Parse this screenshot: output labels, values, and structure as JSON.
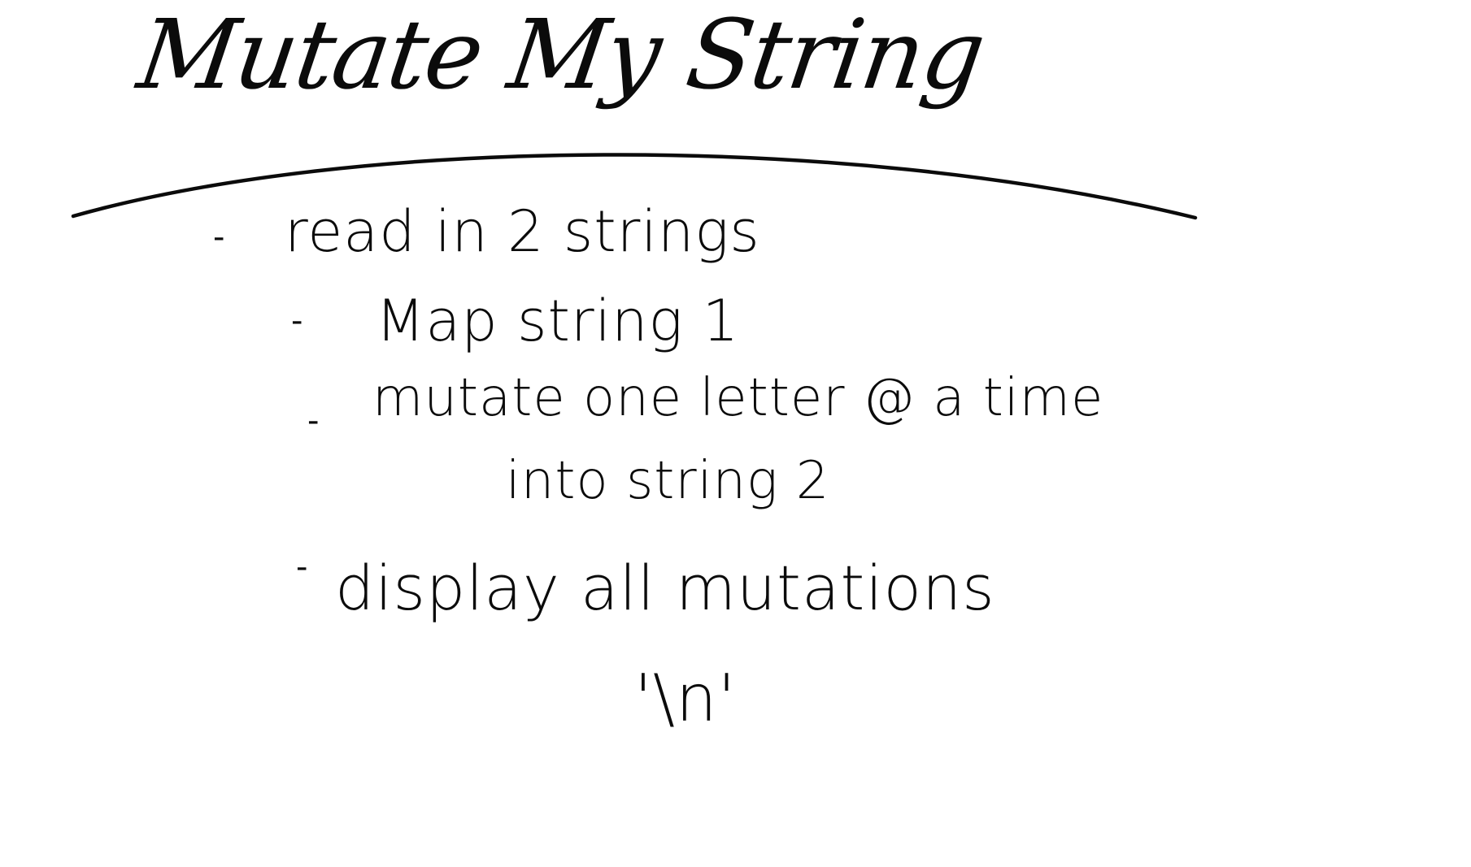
{
  "note": {
    "title": "Mutate My String",
    "bullet_dash": "-",
    "items": [
      "read in 2 strings",
      "Map string 1",
      "mutate one letter @ a time",
      "into string 2",
      "display all mutations",
      "'\\n'"
    ]
  }
}
